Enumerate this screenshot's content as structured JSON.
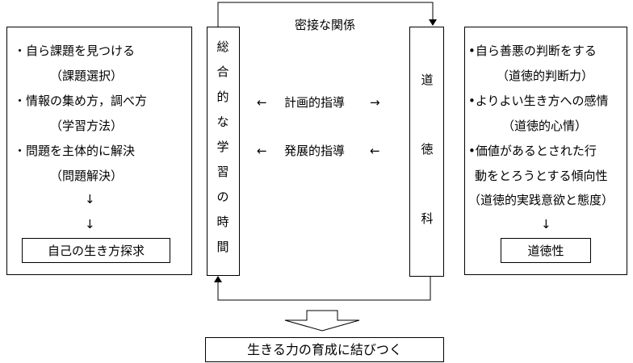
{
  "top_label": "密接な関係",
  "left_box": {
    "items": [
      "・自ら課題を見つける",
      "（課題選択）",
      "・情報の集め方，調べ方",
      "（学習方法）",
      "・問題を主体的に解決",
      "（問題解決）"
    ],
    "arrows": [
      "↓",
      "↓"
    ],
    "result": "自己の生き方探求"
  },
  "center_left_col": [
    "総",
    "合",
    "的",
    "な",
    "学",
    "習",
    "の",
    "時",
    "間"
  ],
  "center_right_col": [
    "道",
    "徳",
    "科"
  ],
  "middle": {
    "row1": {
      "left_arrow": "←",
      "label": "計画的指導",
      "right_arrow": "→"
    },
    "row2": {
      "left_arrow": "←",
      "label": "発展的指導",
      "right_arrow": "←"
    }
  },
  "right_box": {
    "items": [
      "•自ら善悪の判断をする",
      "（道徳的判断力）",
      "•よりよい生き方への感情",
      "（道徳的心情）",
      "•価値があるとされた行",
      "動をとろうとする傾向性",
      "（道徳的実践意欲と態度）"
    ],
    "arrow": "↓",
    "result": "道徳性"
  },
  "bottom_label": "生きる力の育成に結びつく"
}
